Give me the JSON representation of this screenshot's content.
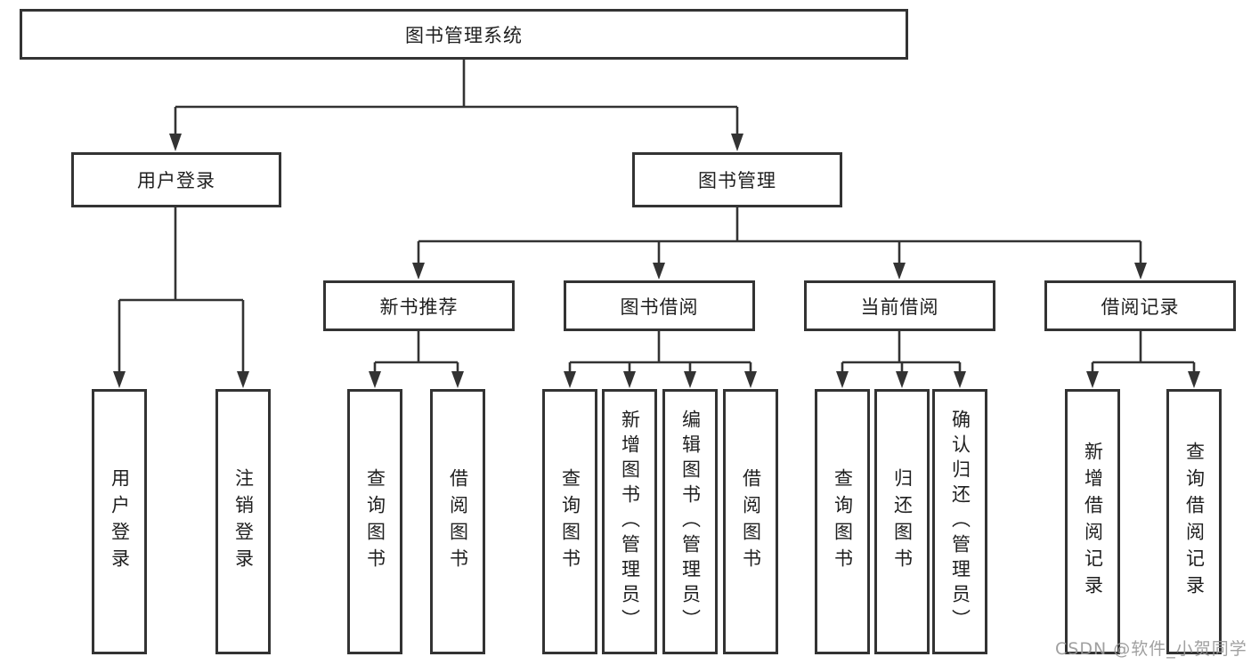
{
  "diagram": {
    "title": "图书管理系统",
    "watermark": "CSDN @软件_小贺同学",
    "colors": {
      "line": "#333333",
      "border": "#333333",
      "text": "#1f1f1f",
      "background": "#ffffff",
      "watermark": "#989898"
    },
    "tree": {
      "label": "图书管理系统",
      "children": [
        {
          "label": "用户登录",
          "children": [
            {
              "label": "用户登录"
            },
            {
              "label": "注销登录"
            }
          ]
        },
        {
          "label": "图书管理",
          "children": [
            {
              "label": "新书推荐",
              "children": [
                {
                  "label": "查询图书"
                },
                {
                  "label": "借阅图书"
                }
              ]
            },
            {
              "label": "图书借阅",
              "children": [
                {
                  "label": "查询图书"
                },
                {
                  "label": "新增图书（管理员）"
                },
                {
                  "label": "编辑图书（管理员）"
                },
                {
                  "label": "借阅图书"
                }
              ]
            },
            {
              "label": "当前借阅",
              "children": [
                {
                  "label": "查询图书"
                },
                {
                  "label": "归还图书"
                },
                {
                  "label": "确认归还（管理员）"
                }
              ]
            },
            {
              "label": "借阅记录",
              "children": [
                {
                  "label": "新增借阅记录"
                },
                {
                  "label": "查询借阅记录"
                }
              ]
            }
          ]
        }
      ]
    }
  }
}
